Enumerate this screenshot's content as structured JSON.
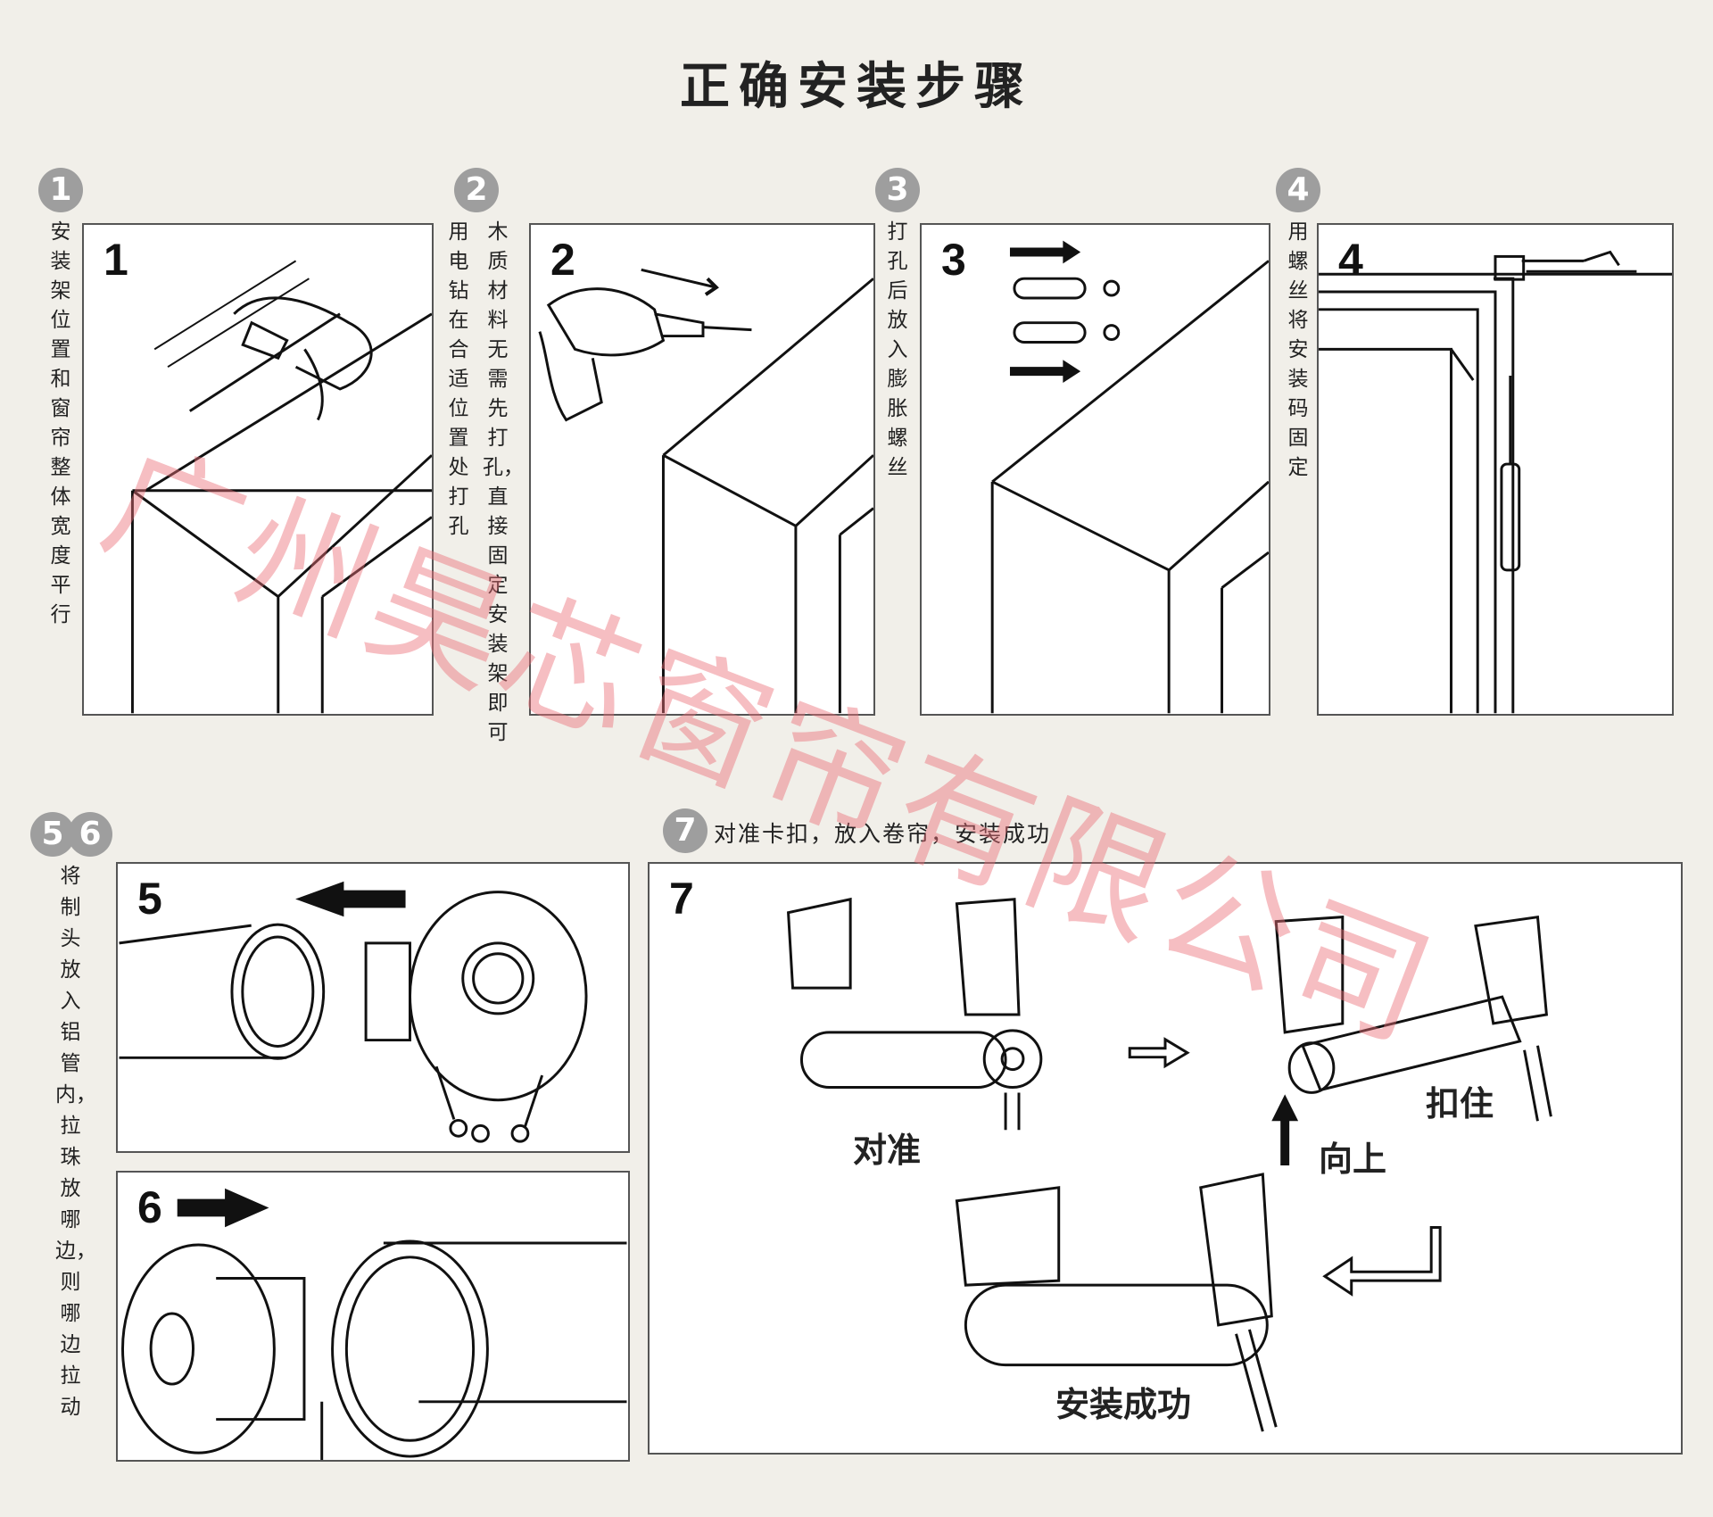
{
  "title": "正确安装步骤",
  "steps": [
    {
      "badge": "1",
      "panel_number": "1",
      "text": "安装架位置和窗帘整体宽度平行"
    },
    {
      "badge": "2",
      "panel_number": "2",
      "text_col1": "用电钻在合适位置处打孔",
      "text_col2": "木质材料无需先打孔，直接固定安装架即可"
    },
    {
      "badge": "3",
      "panel_number": "3",
      "text": "打孔后放入膨胀螺丝"
    },
    {
      "badge": "4",
      "panel_number": "4",
      "text": "用螺丝将安装码固定"
    },
    {
      "badge_a": "5",
      "badge_b": "6",
      "panel_number_a": "5",
      "panel_number_b": "6",
      "text": "将制头放入铝管内，拉珠放哪边，则哪边拉动"
    },
    {
      "badge": "7",
      "panel_number": "7",
      "caption": "对准卡扣，放入卷帘，安装成功",
      "labels": {
        "align": "对准",
        "lock": "扣住",
        "up": "向上",
        "done": "安装成功"
      }
    }
  ],
  "watermark": "广州昊芯窗帘有限公司"
}
